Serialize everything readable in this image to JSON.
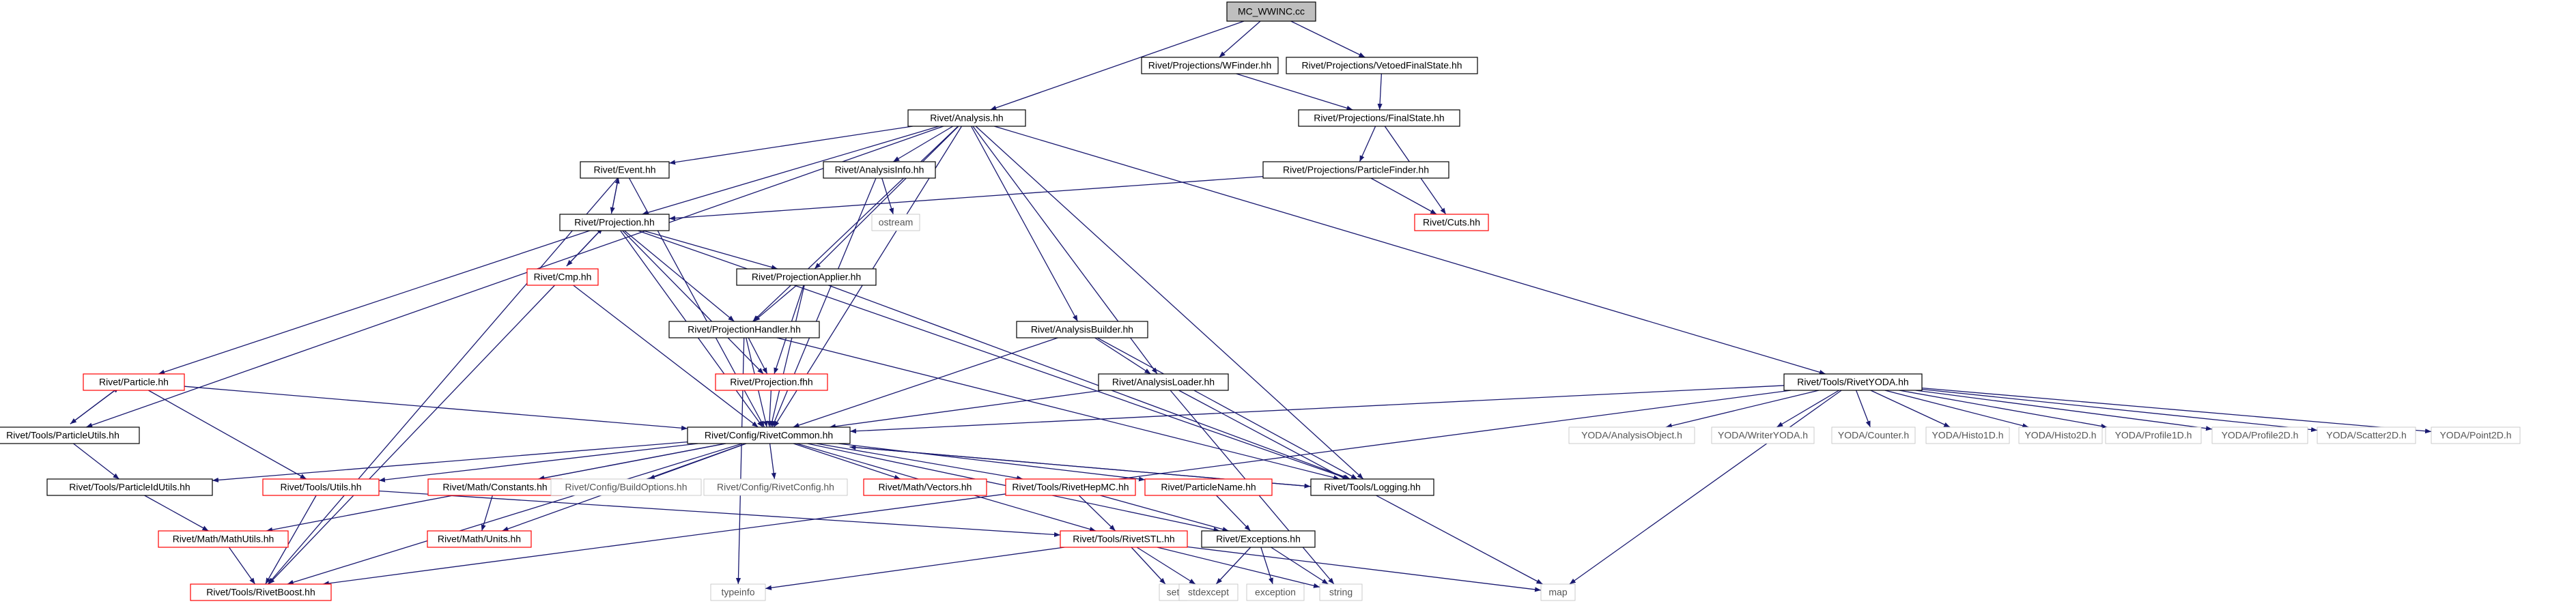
{
  "colors": {
    "edge": "#191970",
    "box_border_normal": "#000000",
    "box_border_red": "#ff0000",
    "box_border_none": "#bfbfbf",
    "root_fill": "#bfbfbf",
    "text": "#000000",
    "gray_text": "#555555"
  },
  "nodes": [
    {
      "id": "mc_wwinc",
      "label": "MC_WWINC.cc",
      "style": "root"
    },
    {
      "id": "analysis",
      "label": "Rivet/Analysis.hh",
      "style": "normal"
    },
    {
      "id": "wfinder",
      "label": "Rivet/Projections/WFinder.hh",
      "style": "normal"
    },
    {
      "id": "vetoedfs",
      "label": "Rivet/Projections/VetoedFinalState.hh",
      "style": "normal"
    },
    {
      "id": "finalstate",
      "label": "Rivet/Projections/FinalState.hh",
      "style": "normal"
    },
    {
      "id": "particlefinder",
      "label": "Rivet/Projections/ParticleFinder.hh",
      "style": "normal"
    },
    {
      "id": "cuts",
      "label": "Rivet/Cuts.hh",
      "style": "red"
    },
    {
      "id": "event",
      "label": "Rivet/Event.hh",
      "style": "normal"
    },
    {
      "id": "analysisinfo",
      "label": "Rivet/AnalysisInfo.hh",
      "style": "normal"
    },
    {
      "id": "ostream",
      "label": "ostream",
      "style": "none"
    },
    {
      "id": "projection",
      "label": "Rivet/Projection.hh",
      "style": "normal"
    },
    {
      "id": "cmp",
      "label": "Rivet/Cmp.hh",
      "style": "red"
    },
    {
      "id": "projapplier",
      "label": "Rivet/ProjectionApplier.hh",
      "style": "normal"
    },
    {
      "id": "projhandler",
      "label": "Rivet/ProjectionHandler.hh",
      "style": "normal"
    },
    {
      "id": "projfhh",
      "label": "Rivet/Projection.fhh",
      "style": "red"
    },
    {
      "id": "analysisbuilder",
      "label": "Rivet/AnalysisBuilder.hh",
      "style": "normal"
    },
    {
      "id": "analysisloader",
      "label": "Rivet/AnalysisLoader.hh",
      "style": "normal"
    },
    {
      "id": "rivetyoda",
      "label": "Rivet/Tools/RivetYODA.hh",
      "style": "normal"
    },
    {
      "id": "particle",
      "label": "Rivet/Particle.hh",
      "style": "red"
    },
    {
      "id": "particleutils",
      "label": "Rivet/Tools/ParticleUtils.hh",
      "style": "normal"
    },
    {
      "id": "rivetcommon",
      "label": "Rivet/Config/RivetCommon.hh",
      "style": "normal"
    },
    {
      "id": "particleidutils",
      "label": "Rivet/Tools/ParticleIdUtils.hh",
      "style": "normal"
    },
    {
      "id": "toolsutils",
      "label": "Rivet/Tools/Utils.hh",
      "style": "red"
    },
    {
      "id": "mathconstants",
      "label": "Rivet/Math/Constants.hh",
      "style": "red"
    },
    {
      "id": "buildoptions",
      "label": "Rivet/Config/BuildOptions.hh",
      "style": "none"
    },
    {
      "id": "rivetconfig",
      "label": "Rivet/Config/RivetConfig.hh",
      "style": "none"
    },
    {
      "id": "mathvectors",
      "label": "Rivet/Math/Vectors.hh",
      "style": "red"
    },
    {
      "id": "rivethepmc",
      "label": "Rivet/Tools/RivetHepMC.hh",
      "style": "red"
    },
    {
      "id": "particlename",
      "label": "Rivet/ParticleName.hh",
      "style": "red"
    },
    {
      "id": "logging",
      "label": "Rivet/Tools/Logging.hh",
      "style": "normal"
    },
    {
      "id": "exceptions",
      "label": "Rivet/Exceptions.hh",
      "style": "normal"
    },
    {
      "id": "mathutils",
      "label": "Rivet/Math/MathUtils.hh",
      "style": "red"
    },
    {
      "id": "mathunits",
      "label": "Rivet/Math/Units.hh",
      "style": "red"
    },
    {
      "id": "rivetstl",
      "label": "Rivet/Tools/RivetSTL.hh",
      "style": "red"
    },
    {
      "id": "rivetboost",
      "label": "Rivet/Tools/RivetBoost.hh",
      "style": "red"
    },
    {
      "id": "typeinfo",
      "label": "typeinfo",
      "style": "none"
    },
    {
      "id": "set",
      "label": "set",
      "style": "none"
    },
    {
      "id": "stdexcept",
      "label": "stdexcept",
      "style": "none"
    },
    {
      "id": "exception",
      "label": "exception",
      "style": "none"
    },
    {
      "id": "string",
      "label": "string",
      "style": "none"
    },
    {
      "id": "map",
      "label": "map",
      "style": "none"
    },
    {
      "id": "yoda_ao",
      "label": "YODA/AnalysisObject.h",
      "style": "none"
    },
    {
      "id": "yoda_writer",
      "label": "YODA/WriterYODA.h",
      "style": "none"
    },
    {
      "id": "yoda_counter",
      "label": "YODA/Counter.h",
      "style": "none"
    },
    {
      "id": "yoda_h1",
      "label": "YODA/Histo1D.h",
      "style": "none"
    },
    {
      "id": "yoda_h2",
      "label": "YODA/Histo2D.h",
      "style": "none"
    },
    {
      "id": "yoda_p1",
      "label": "YODA/Profile1D.h",
      "style": "none"
    },
    {
      "id": "yoda_p2",
      "label": "YODA/Profile2D.h",
      "style": "none"
    },
    {
      "id": "yoda_s2",
      "label": "YODA/Scatter2D.h",
      "style": "none"
    },
    {
      "id": "yoda_pt2",
      "label": "YODA/Point2D.h",
      "style": "none"
    }
  ],
  "edges": [
    [
      "mc_wwinc",
      "analysis"
    ],
    [
      "mc_wwinc",
      "wfinder"
    ],
    [
      "mc_wwinc",
      "vetoedfs"
    ],
    [
      "wfinder",
      "finalstate"
    ],
    [
      "vetoedfs",
      "finalstate"
    ],
    [
      "finalstate",
      "particlefinder"
    ],
    [
      "finalstate",
      "cuts"
    ],
    [
      "particlefinder",
      "cuts"
    ],
    [
      "particlefinder",
      "projection"
    ],
    [
      "analysis",
      "event"
    ],
    [
      "analysis",
      "analysisinfo"
    ],
    [
      "analysis",
      "projection"
    ],
    [
      "analysis",
      "projapplier"
    ],
    [
      "analysis",
      "projhandler"
    ],
    [
      "analysis",
      "analysisbuilder"
    ],
    [
      "analysis",
      "analysisloader"
    ],
    [
      "analysis",
      "rivetyoda"
    ],
    [
      "analysis",
      "particleutils"
    ],
    [
      "analysis",
      "rivetcommon"
    ],
    [
      "analysis",
      "logging"
    ],
    [
      "event",
      "projection"
    ],
    [
      "projection",
      "event"
    ],
    [
      "event",
      "rivetcommon"
    ],
    [
      "event",
      "rivetboost"
    ],
    [
      "analysisinfo",
      "ostream"
    ],
    [
      "analysisinfo",
      "rivetcommon"
    ],
    [
      "projection",
      "cmp"
    ],
    [
      "cmp",
      "projection"
    ],
    [
      "projection",
      "projapplier"
    ],
    [
      "projection",
      "projhandler"
    ],
    [
      "projection",
      "projfhh"
    ],
    [
      "projection",
      "particle"
    ],
    [
      "projection",
      "rivetcommon"
    ],
    [
      "projection",
      "logging"
    ],
    [
      "cmp",
      "rivetcommon"
    ],
    [
      "cmp",
      "rivetboost"
    ],
    [
      "projapplier",
      "projhandler"
    ],
    [
      "projapplier",
      "projfhh"
    ],
    [
      "projapplier",
      "rivetcommon"
    ],
    [
      "projapplier",
      "logging"
    ],
    [
      "projhandler",
      "projfhh"
    ],
    [
      "projhandler",
      "rivetcommon"
    ],
    [
      "projhandler",
      "logging"
    ],
    [
      "projhandler",
      "typeinfo"
    ],
    [
      "projfhh",
      "rivetcommon"
    ],
    [
      "analysisbuilder",
      "analysisloader"
    ],
    [
      "analysisbuilder",
      "rivetcommon"
    ],
    [
      "analysisbuilder",
      "logging"
    ],
    [
      "analysisloader",
      "rivetcommon"
    ],
    [
      "analysisloader",
      "map"
    ],
    [
      "analysisloader",
      "string"
    ],
    [
      "rivetyoda",
      "rivetcommon"
    ],
    [
      "rivetyoda",
      "rivetboost"
    ],
    [
      "rivetyoda",
      "map"
    ],
    [
      "rivetyoda",
      "yoda_ao"
    ],
    [
      "rivetyoda",
      "yoda_writer"
    ],
    [
      "rivetyoda",
      "yoda_counter"
    ],
    [
      "rivetyoda",
      "yoda_h1"
    ],
    [
      "rivetyoda",
      "yoda_h2"
    ],
    [
      "rivetyoda",
      "yoda_p1"
    ],
    [
      "rivetyoda",
      "yoda_p2"
    ],
    [
      "rivetyoda",
      "yoda_s2"
    ],
    [
      "rivetyoda",
      "yoda_pt2"
    ],
    [
      "particle",
      "particleutils"
    ],
    [
      "particleutils",
      "particle"
    ],
    [
      "particle",
      "rivetcommon"
    ],
    [
      "particle",
      "toolsutils"
    ],
    [
      "particleutils",
      "particleidutils"
    ],
    [
      "rivetcommon",
      "particleidutils"
    ],
    [
      "rivetcommon",
      "toolsutils"
    ],
    [
      "rivetcommon",
      "mathconstants"
    ],
    [
      "rivetcommon",
      "buildoptions"
    ],
    [
      "rivetcommon",
      "rivetconfig"
    ],
    [
      "rivetcommon",
      "mathvectors"
    ],
    [
      "rivetcommon",
      "rivethepmc"
    ],
    [
      "rivetcommon",
      "particlename"
    ],
    [
      "rivetcommon",
      "logging"
    ],
    [
      "rivetcommon",
      "exceptions"
    ],
    [
      "rivetcommon",
      "mathutils"
    ],
    [
      "rivetcommon",
      "mathunits"
    ],
    [
      "rivetcommon",
      "rivetstl"
    ],
    [
      "rivetcommon",
      "rivetboost"
    ],
    [
      "logging",
      "rivetcommon"
    ],
    [
      "particleidutils",
      "mathutils"
    ],
    [
      "mathutils",
      "rivetboost"
    ],
    [
      "toolsutils",
      "rivetboost"
    ],
    [
      "toolsutils",
      "rivetstl"
    ],
    [
      "mathconstants",
      "mathunits"
    ],
    [
      "rivethepmc",
      "rivetstl"
    ],
    [
      "rivethepmc",
      "exceptions"
    ],
    [
      "particlename",
      "exceptions"
    ],
    [
      "exceptions",
      "stdexcept"
    ],
    [
      "exceptions",
      "exception"
    ],
    [
      "exceptions",
      "string"
    ],
    [
      "rivetstl",
      "typeinfo"
    ],
    [
      "rivetstl",
      "set"
    ],
    [
      "rivetstl",
      "stdexcept"
    ],
    [
      "rivetstl",
      "string"
    ],
    [
      "rivetstl",
      "map"
    ]
  ]
}
